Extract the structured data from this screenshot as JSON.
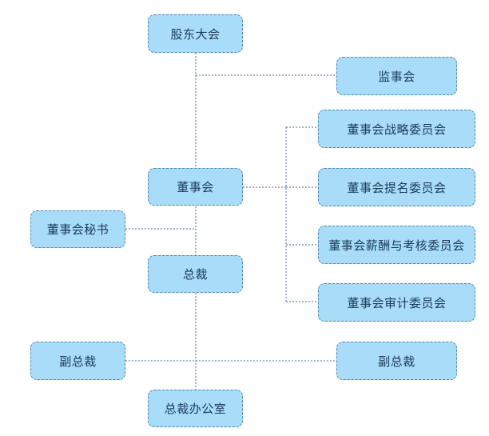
{
  "diagram": {
    "nodes": {
      "shareholders": "股东大会",
      "supervisory_board": "监事会",
      "board": "董事会",
      "strategy_committee": "董事会战略委员会",
      "nomination_committee": "董事会提名委员会",
      "compensation_committee": "董事会薪酬与考核委员会",
      "audit_committee": "董事会审计委员会",
      "board_secretary": "董事会秘书",
      "president": "总裁",
      "vp_left": "副总裁",
      "vp_right": "副总裁",
      "president_office": "总裁办公室"
    },
    "connections": [
      [
        "shareholders",
        "board"
      ],
      [
        "shareholders",
        "supervisory_board"
      ],
      [
        "board",
        "strategy_committee"
      ],
      [
        "board",
        "nomination_committee"
      ],
      [
        "board",
        "compensation_committee"
      ],
      [
        "board",
        "audit_committee"
      ],
      [
        "board",
        "president"
      ],
      [
        "president",
        "board_secretary"
      ],
      [
        "president",
        "president_office"
      ],
      [
        "president",
        "vp_left"
      ],
      [
        "president",
        "vp_right"
      ]
    ]
  }
}
